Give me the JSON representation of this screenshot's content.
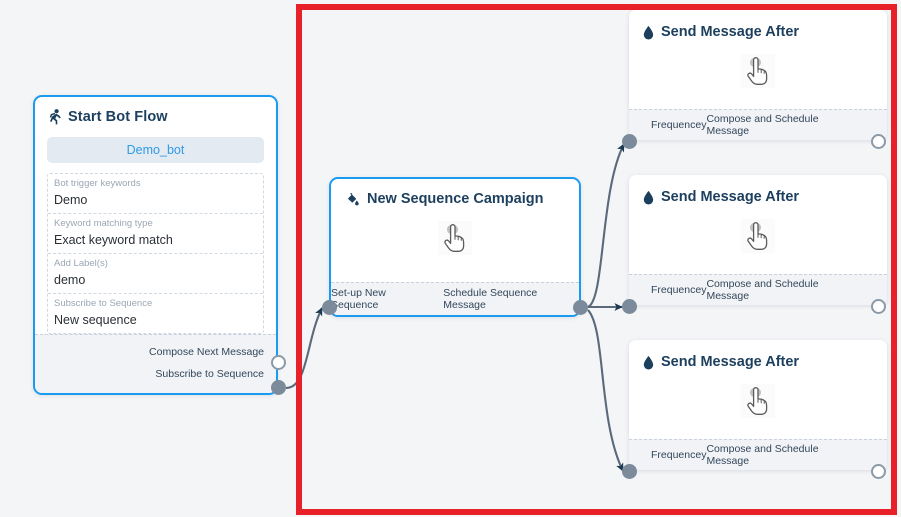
{
  "canvas": {
    "background_color": "#f4f5f7",
    "highlight_color": "#e8202a",
    "accent_color": "#1a9bf0",
    "title_color": "#1c3f5e",
    "port_color": "#7c8b9b",
    "edge_color": "#5b6a7a"
  },
  "start_node": {
    "icon": "running-person-icon",
    "title": "Start Bot Flow",
    "bot_pill": "Demo_bot",
    "fields": [
      {
        "label": "Bot trigger keywords",
        "value": "Demo"
      },
      {
        "label": "Keyword matching type",
        "value": "Exact keyword match"
      },
      {
        "label": "Add Label(s)",
        "value": "demo"
      },
      {
        "label": "Subscribe to Sequence",
        "value": "New sequence"
      }
    ],
    "ports": [
      {
        "label": "Compose Next Message",
        "type": "open"
      },
      {
        "label": "Subscribe to Sequence",
        "type": "filled"
      }
    ]
  },
  "sequence_node": {
    "icon": "paint-bucket-icon",
    "title": "New Sequence Campaign",
    "body_icon": "pointing-hand-cursor-icon",
    "port_in_label": "Set-up New Sequence",
    "port_out_label": "Schedule Sequence Message"
  },
  "message_cards": [
    {
      "icon": "water-drop-icon",
      "title": "Send Message After",
      "body_icon": "pointing-hand-cursor-icon",
      "port_in_label": "Frequencey",
      "port_out_label": "Compose and Schedule Message"
    },
    {
      "icon": "water-drop-icon",
      "title": "Send Message After",
      "body_icon": "pointing-hand-cursor-icon",
      "port_in_label": "Frequencey",
      "port_out_label": "Compose and Schedule Message"
    },
    {
      "icon": "water-drop-icon",
      "title": "Send Message After",
      "body_icon": "pointing-hand-cursor-icon",
      "port_in_label": "Frequencey",
      "port_out_label": "Compose and Schedule Message"
    }
  ]
}
